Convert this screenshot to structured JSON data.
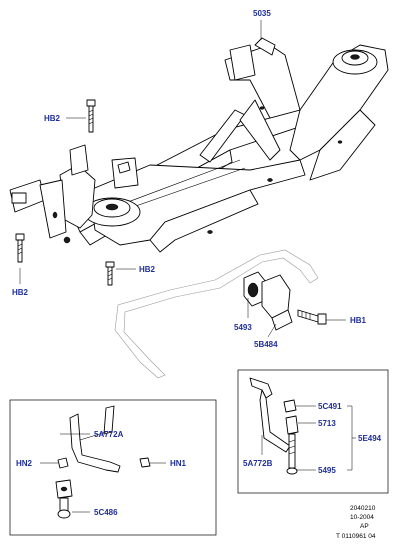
{
  "labels": {
    "part_5035": "5035",
    "hb2_top": "HB2",
    "hb2_bottom_right": "HB2",
    "hb2_left": "HB2",
    "hb1": "HB1",
    "part_5493": "5493",
    "part_5b484": "5B484",
    "part_5c491": "5C491",
    "part_5713": "5713",
    "part_5e494": "5E494",
    "part_5a772b": "5A772B",
    "part_5495": "5495",
    "part_5a772a": "5A772A",
    "hn2": "HN2",
    "hn1": "HN1",
    "part_5c486": "5C486"
  },
  "footer": {
    "line1": "2040210",
    "line2": "10-2004",
    "line3": "AP",
    "line4": "T 0110961 04"
  },
  "colors": {
    "label_blue": "#1f2f9a",
    "line": "#000000",
    "ghost": "#9a9a9a"
  }
}
